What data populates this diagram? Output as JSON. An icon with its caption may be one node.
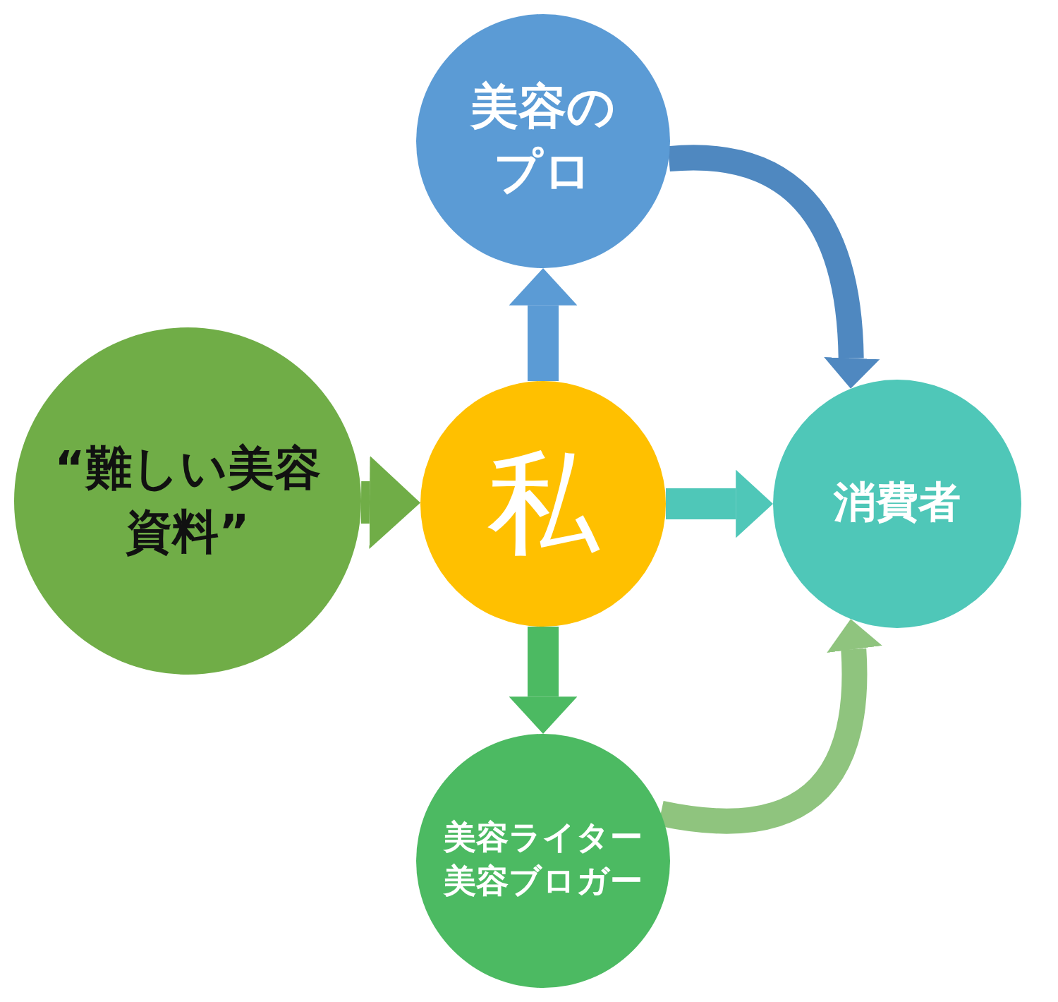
{
  "diagram": {
    "nodes": [
      {
        "text": [
          "美容のプロ"
        ]
      },
      {
        "text": [
          "“難しい美容資料”"
        ]
      },
      {
        "text": [
          "私"
        ]
      },
      {
        "text": [
          "消費者"
        ]
      },
      {
        "text": [
          "美容ライター美容ブロガー"
        ]
      }
    ],
    "edges": [
      {
        "from": 1,
        "to": 2,
        "arrow": "to",
        "color": "#70ad47"
      },
      {
        "from": 2,
        "to": 0,
        "arrow": "to",
        "color": "#5b9bd5"
      },
      {
        "from": 2,
        "to": 3,
        "arrow": "to",
        "color": "#4fc7b8"
      },
      {
        "from": 2,
        "to": 4,
        "arrow": "to",
        "color": "#4cba62"
      },
      {
        "from": 0,
        "to": 3,
        "arrow": "to",
        "color": "#4f88c0"
      },
      {
        "from": 4,
        "to": 3,
        "arrow": "to",
        "color": "#8fc47e"
      }
    ]
  }
}
